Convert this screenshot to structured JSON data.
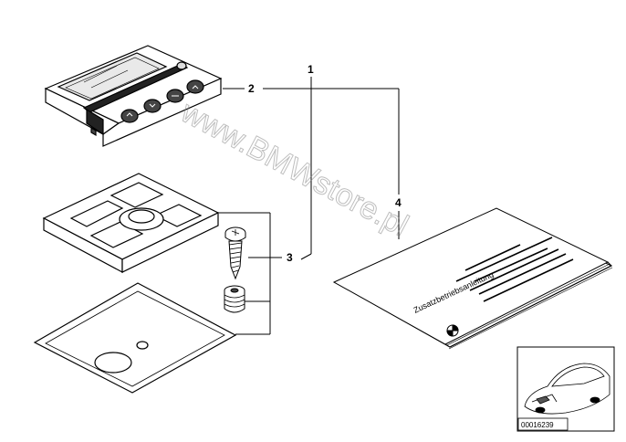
{
  "callouts": {
    "c1": "1",
    "c2": "2",
    "c3": "3",
    "c4": "4"
  },
  "booklet": {
    "title": "Zusatzbetriebsanleitung"
  },
  "watermark": "www.BMWstore.pl",
  "reference_thumbnail": {
    "image_number": "00016239"
  },
  "parts": [
    {
      "callout": "1",
      "kind": "set"
    },
    {
      "callout": "2",
      "kind": "remote control unit"
    },
    {
      "callout": "3",
      "kind": "holder, screw, spacer, adhesive pad"
    },
    {
      "callout": "4",
      "kind": "operating instructions booklet"
    }
  ]
}
